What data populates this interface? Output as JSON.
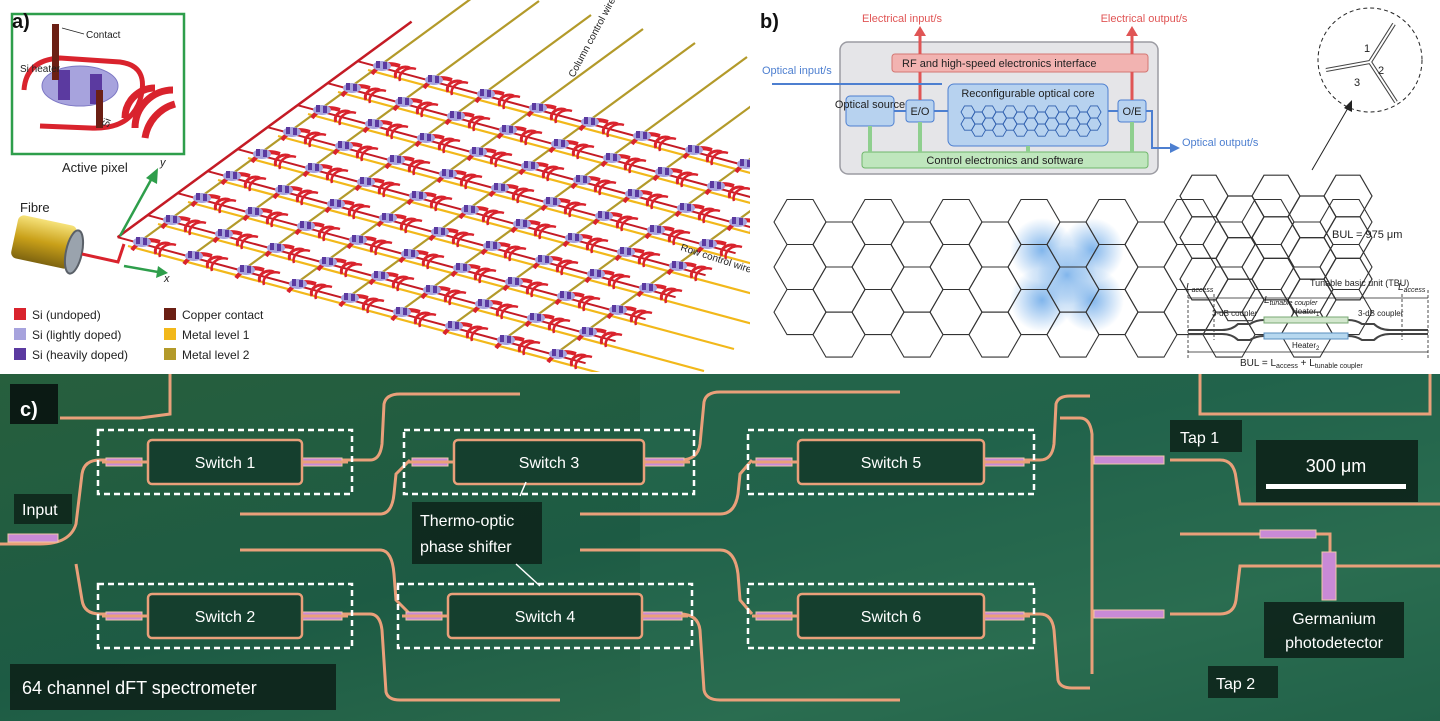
{
  "panel_a": {
    "label": "a)",
    "inset": {
      "caption": "Active pixel",
      "labels": {
        "contact": "Contact",
        "si_heater": "Si heater",
        "si": "Si"
      }
    },
    "fibre_label": "Fibre",
    "column_wire": "Column control wire",
    "row_wire": "Row control wire",
    "axis_x": "x",
    "axis_y": "y",
    "legend": [
      {
        "label": "Si (undoped)",
        "color": "#d9232d"
      },
      {
        "label": "Si (lightly doped)",
        "color": "#a7a3dd"
      },
      {
        "label": "Si (heavily doped)",
        "color": "#5b3aa0"
      },
      {
        "label": "Copper contact",
        "color": "#6b1f14"
      },
      {
        "label": "Metal level 1",
        "color": "#f2b81a"
      },
      {
        "label": "Metal level 2",
        "color": "#b39a2a"
      }
    ]
  },
  "panel_b": {
    "label": "b)",
    "top_labels": {
      "electrical_input": "Electrical input/s",
      "electrical_output": "Electrical output/s",
      "optical_input": "Optical input/s",
      "optical_output": "Optical output/s"
    },
    "blocks": {
      "rf": "RF and high-speed electronics interface",
      "optical_source": "Optical source",
      "eo": "E/O",
      "core": "Reconfigurable optical core",
      "oe": "O/E",
      "control": "Control electronics and software"
    },
    "unit": {
      "ports": [
        "1",
        "2",
        "3"
      ],
      "bul": "BUL = 975 μm",
      "tbu": "Tunable basic unit (TBU)",
      "l_access": "L",
      "l_access_sub": "access",
      "l_access_frac": "L",
      "two": "2",
      "l_tunable": "L",
      "l_tunable_sub": "tunable coupler",
      "coupler_left": "3-dB coupler",
      "coupler_right": "3-dB coupler",
      "heater1": "Heater",
      "heater1_sub": "1",
      "heater2": "Heater",
      "heater2_sub": "2",
      "bul_eq": "BUL = L",
      "bul_eq_sub1": "access",
      "bul_eq_plus": " + L",
      "bul_eq_sub2": "tunable coupler"
    }
  },
  "panel_c": {
    "label": "c)",
    "input": "Input",
    "switches": [
      "Switch 1",
      "Switch 2",
      "Switch 3",
      "Switch 4",
      "Switch 5",
      "Switch 6"
    ],
    "phase_shifter": [
      "Thermo-optic",
      "phase shifter"
    ],
    "tap1": "Tap 1",
    "tap2": "Tap 2",
    "scale": "300 μm",
    "detector": [
      "Germanium",
      "photodetector"
    ],
    "footer": "64 channel dFT spectrometer"
  },
  "colors": {
    "chip_bg": "#1d5a43",
    "waveguide": "#e9a07a",
    "heater": "#c98ad6",
    "core_blue": "#4d7fd0",
    "io_red": "#e05555",
    "control_green": "#8fcf8f"
  }
}
